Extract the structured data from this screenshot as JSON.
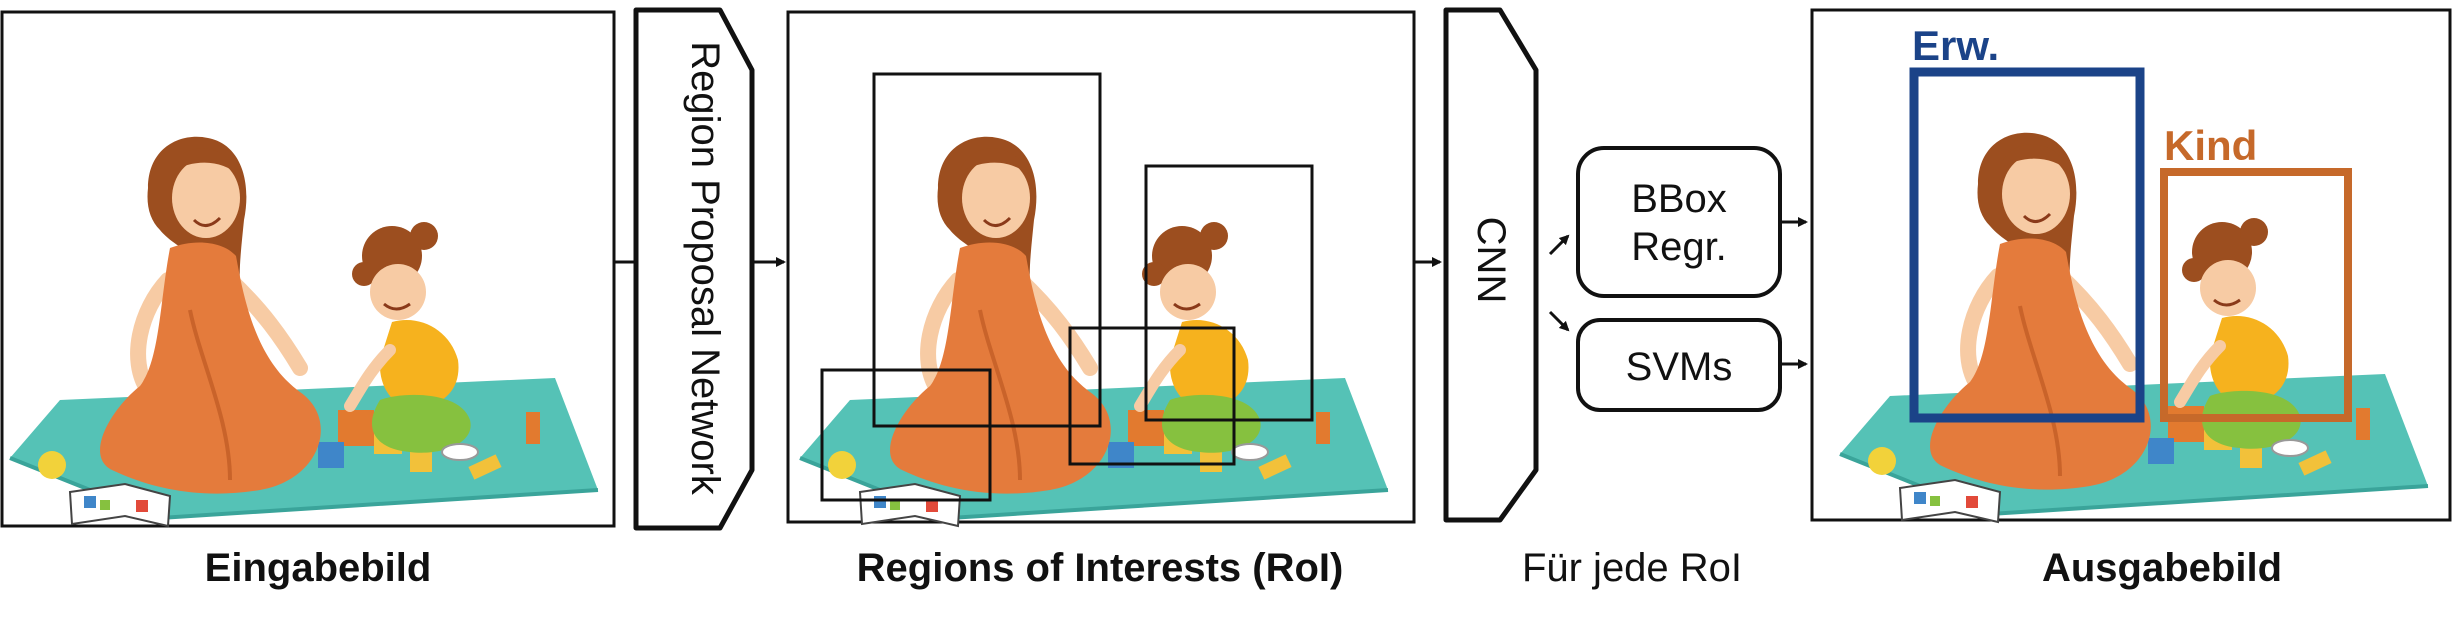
{
  "stages": {
    "rpn_label": "Region Proposal Network",
    "cnn_label": "CNN",
    "bbox_label_line1": "BBox",
    "bbox_label_line2": "Regr.",
    "svm_label": "SVMs"
  },
  "captions": {
    "input": "Eingabebild",
    "roi": "Regions of Interests (RoI)",
    "per_roi": "Für jede RoI",
    "output": "Ausgabebild"
  },
  "output_boxes": {
    "adult_label": "Erw.",
    "child_label": "Kind",
    "adult_color": "#1b4388",
    "child_color": "#c6692a"
  },
  "colors": {
    "dress": "#e47b3c",
    "mat": "#55c2b6",
    "shirt": "#f6b21e",
    "pants": "#86c13f",
    "hair": "#9c4e1f",
    "skin": "#f7cba4"
  }
}
